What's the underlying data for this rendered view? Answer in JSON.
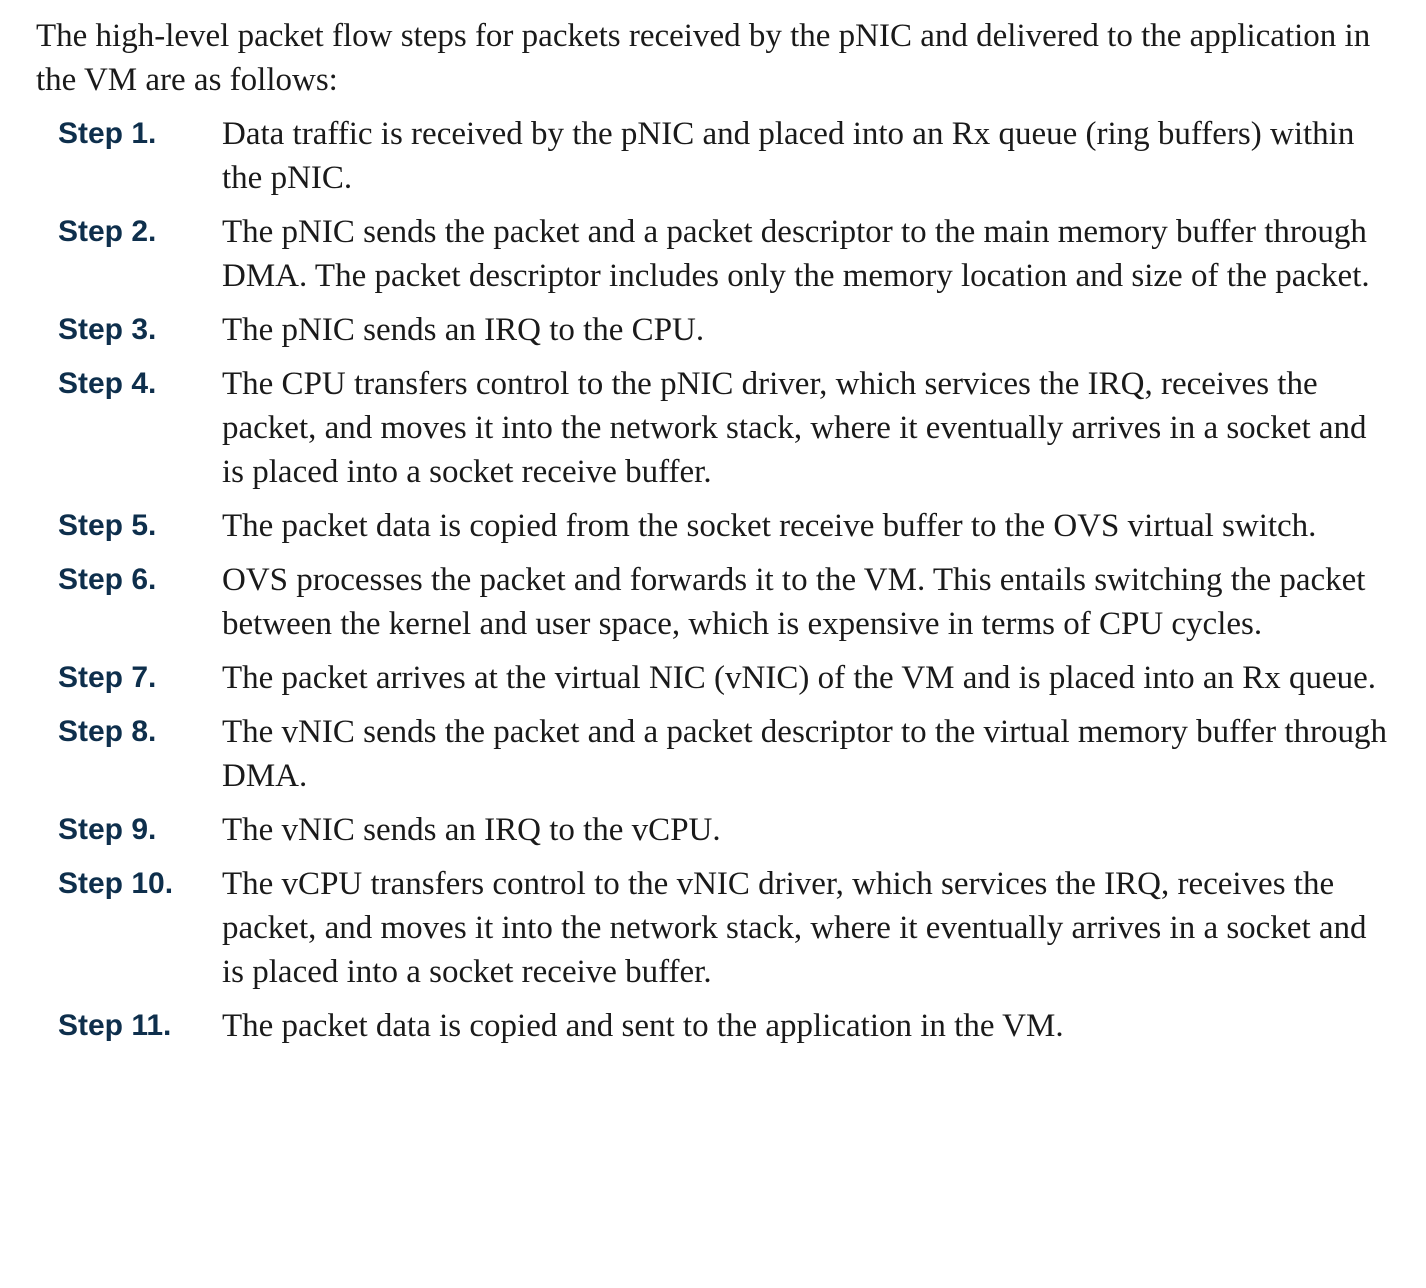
{
  "intro": "The high-level packet flow steps for packets received by the pNIC and delivered to the application in the VM are as follows:",
  "steps": [
    {
      "label": "Step 1.",
      "text": "Data traffic is received by the pNIC and placed into an Rx queue (ring buffers) within the pNIC."
    },
    {
      "label": "Step 2.",
      "text": "The pNIC sends the packet and a packet descriptor to the main memory buffer through DMA. The packet descriptor includes only the memory location and size of the packet."
    },
    {
      "label": "Step 3.",
      "text": "The pNIC sends an IRQ to the CPU."
    },
    {
      "label": "Step 4.",
      "text": "The CPU transfers control to the pNIC driver, which services the IRQ, receives the packet, and moves it into the network stack, where it eventually arrives in a socket and is placed into a socket receive buffer."
    },
    {
      "label": "Step 5.",
      "text": "The packet data is copied from the socket receive buffer to the OVS virtual switch."
    },
    {
      "label": "Step 6.",
      "text": "OVS processes the packet and forwards it to the VM. This entails switching the packet between the kernel and user space, which is expensive in terms of CPU cycles."
    },
    {
      "label": "Step 7.",
      "text": "The packet arrives at the virtual NIC (vNIC) of the VM and is placed into an Rx queue."
    },
    {
      "label": "Step 8.",
      "text": "The vNIC sends the packet and a packet descriptor to the virtual memory buffer through DMA."
    },
    {
      "label": "Step 9.",
      "text": "The vNIC sends an IRQ to the vCPU."
    },
    {
      "label": "Step 10.",
      "text": "The vCPU transfers control to the vNIC driver, which services the IRQ, receives the packet, and moves it into the network stack, where it eventually arrives in a socket and is placed into a socket receive buffer."
    },
    {
      "label": "Step 11.",
      "text": "The packet data is copied and sent to the application in the VM."
    }
  ]
}
